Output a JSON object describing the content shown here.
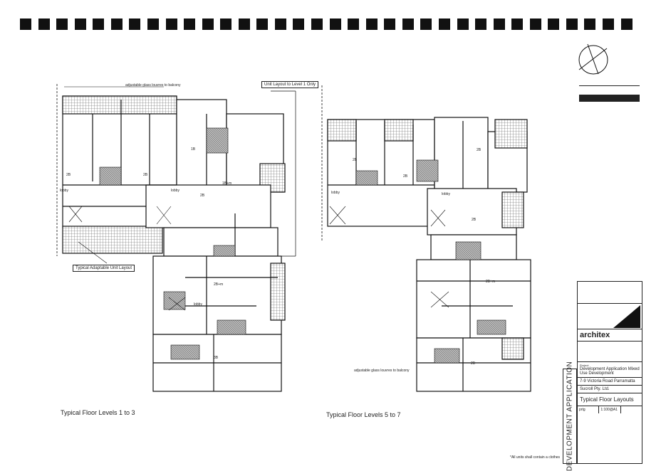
{
  "sheet": {
    "plan_left_caption": "Typical Floor Levels 1 to 3",
    "plan_right_caption": "Typical Floor Levels 5 to 7",
    "callout_unit_layout": "Unit Layout to Level 1 Only",
    "callout_adaptable": "Typical Adaptable Unit Layout",
    "footnote": "*All units shall contain a clothes",
    "annotation_top": "adjustable glass louvres to balcony",
    "annotation_bottom": "adjustable glass louvres to balcony",
    "vertical_title": "DEVELOPMENT APPLICATION"
  },
  "units_left": [
    {
      "label": "2B"
    },
    {
      "label": "2B"
    },
    {
      "label": "1B"
    },
    {
      "label": "1B+m"
    },
    {
      "label": "2B"
    },
    {
      "label": "2B+m"
    },
    {
      "label": "3B"
    },
    {
      "label": "lobby"
    },
    {
      "label": "lobby"
    },
    {
      "label": "lobby"
    }
  ],
  "units_right": [
    {
      "label": "2B"
    },
    {
      "label": "2B"
    },
    {
      "label": "2B"
    },
    {
      "label": "2B"
    },
    {
      "label": "2B+m"
    },
    {
      "label": "2B"
    },
    {
      "label": "lobby"
    },
    {
      "label": "lobby"
    }
  ],
  "titleblock": {
    "firm": "architex",
    "project_label": "Project",
    "project": "Development Application Mixed Use Development",
    "address": "7-9 Victoria Road Parramatta",
    "client": "Sucroll Pty. Ltd.",
    "drawing_title": "Typical Floor Layouts",
    "scale": "1:100@A1",
    "drawn": "prtg"
  }
}
